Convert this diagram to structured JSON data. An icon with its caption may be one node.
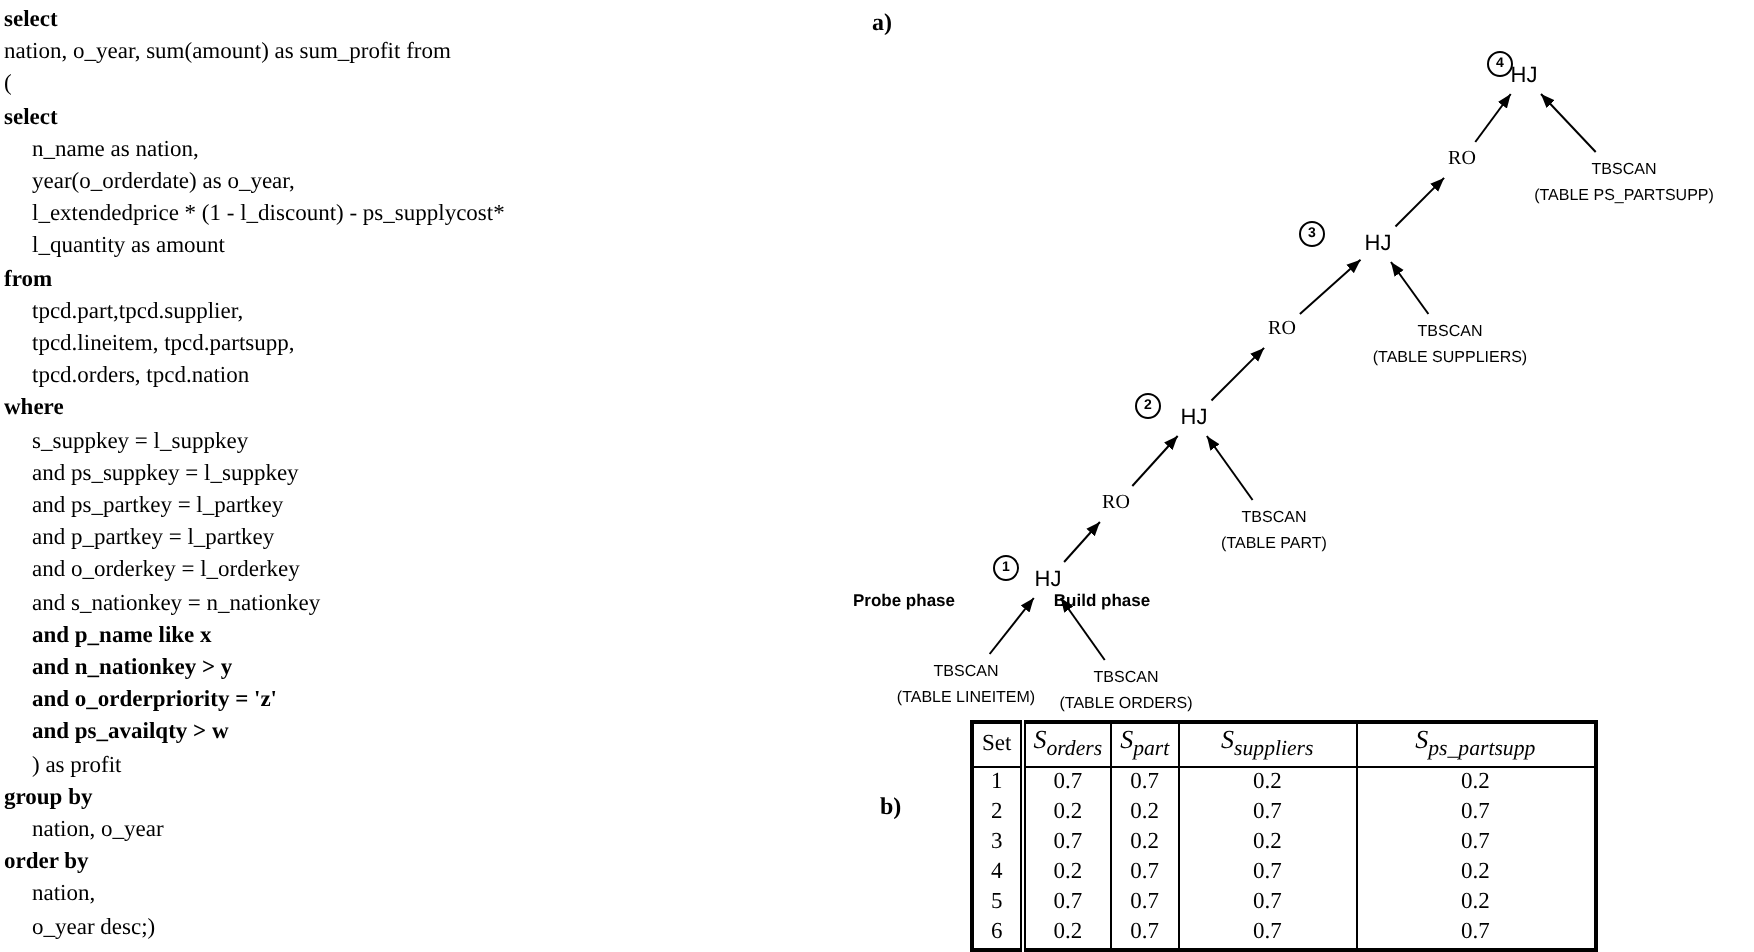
{
  "diagram": {
    "nodes": [
      {
        "text": [
          "HJ"
        ],
        "beside": [
          "4"
        ]
      },
      {
        "text": [
          "RO"
        ]
      },
      {
        "text": [
          "TBSCAN",
          "(TABLE PS_PARTSUPP)"
        ]
      },
      {
        "text": [
          "HJ"
        ],
        "beside": [
          "3"
        ]
      },
      {
        "text": [
          "RO"
        ]
      },
      {
        "text": [
          "TBSCAN",
          "(TABLE SUPPLIERS)"
        ]
      },
      {
        "text": [
          "HJ"
        ],
        "beside": [
          "2"
        ]
      },
      {
        "text": [
          "RO"
        ]
      },
      {
        "text": [
          "TBSCAN",
          "(TABLE PART)"
        ]
      },
      {
        "text": [
          "HJ"
        ],
        "beside": [
          "1"
        ]
      },
      {
        "text": [
          "TBSCAN",
          "(TABLE LINEITEM)"
        ]
      },
      {
        "text": [
          "TBSCAN",
          "(TABLE ORDERS)"
        ]
      }
    ],
    "edges": [
      {
        "from": 1,
        "to": 0,
        "arrow": "to"
      },
      {
        "from": 2,
        "to": 0,
        "arrow": "to"
      },
      {
        "from": 3,
        "to": 1,
        "arrow": "to"
      },
      {
        "from": 5,
        "to": 3,
        "arrow": "to"
      },
      {
        "from": 4,
        "to": 3,
        "arrow": "to"
      },
      {
        "from": 6,
        "to": 4,
        "arrow": "to"
      },
      {
        "from": 8,
        "to": 6,
        "arrow": "to"
      },
      {
        "from": 7,
        "to": 6,
        "arrow": "to"
      },
      {
        "from": 9,
        "to": 7,
        "arrow": "to"
      },
      {
        "from": 10,
        "to": 9,
        "arrow": "to"
      },
      {
        "from": 11,
        "to": 9,
        "arrow": "to"
      }
    ],
    "labels": [
      "select",
      "nation, o_year, sum(amount) as sum_profit from",
      "(",
      "select",
      "n_name as nation,",
      "year(o_orderdate) as o_year,",
      "l_extendedprice * (1 - l_discount) - ps_supplycost*",
      "l_quantity as amount",
      "from",
      "tpcd.part,tpcd.supplier,",
      "tpcd.lineitem, tpcd.partsupp,",
      "tpcd.orders, tpcd.nation",
      "where",
      "s_suppkey = l_suppkey",
      "and ps_suppkey = l_suppkey",
      "and ps_partkey = l_partkey",
      "and p_partkey = l_partkey",
      "and o_orderkey = l_orderkey",
      "and s_nationkey = n_nationkey",
      "and p_name like x",
      "and n_nationkey > y",
      "and o_orderpriority = 'z'",
      "and ps_availqty > w",
      ") as profit",
      "group by",
      "nation, o_year",
      "order by",
      "nation,",
      "o_year desc;)",
      "a)",
      "Probe phase",
      "Build phase",
      "b)",
      "Set",
      "S$_{orders}$",
      "S$_{part}$",
      "S$_{suppliers}$",
      "S$_{ps_partsupp}$",
      "1",
      "0.7",
      "0.7",
      "0.2",
      "0.2",
      "2",
      "0.2",
      "0.2",
      "0.7",
      "0.7",
      "3",
      "0.7",
      "0.2",
      "0.2",
      "0.7",
      "4",
      "0.2",
      "0.7",
      "0.7",
      "0.2",
      "5",
      "0.7",
      "0.7",
      "0.7",
      "0.2",
      "6",
      "0.2",
      "0.7",
      "0.7",
      "0.7"
    ]
  }
}
